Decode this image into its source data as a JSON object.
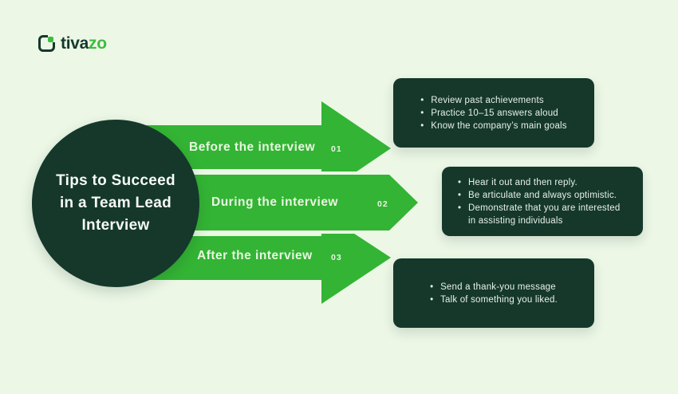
{
  "colors": {
    "background": "#ecf7e6",
    "dark_green": "#15382b",
    "arrow_green": "#33b434",
    "logo_green": "#3cbd3e",
    "light_text": "#e9f6e2",
    "box_text": "#e8f1e8",
    "title_text": "#f7fbf4"
  },
  "logo": {
    "brand_prefix": "tiva",
    "brand_suffix": "zo"
  },
  "title": {
    "lines": [
      "Tips to Succeed",
      "in a Team Lead",
      "Interview"
    ]
  },
  "stages": [
    {
      "label": "Before the interview",
      "number": "01",
      "tips": [
        "Review past achievements",
        "Practice 10–15 answers aloud",
        "Know the company’s main goals"
      ]
    },
    {
      "label": "During the interview",
      "number": "02",
      "tips": [
        "Hear it out and then reply.",
        "Be articulate and always optimistic.",
        "Demonstrate that you are interested in assisting individuals"
      ]
    },
    {
      "label": "After the interview",
      "number": "03",
      "tips": [
        "Send a thank-you message",
        "Talk of something you liked."
      ]
    }
  ]
}
